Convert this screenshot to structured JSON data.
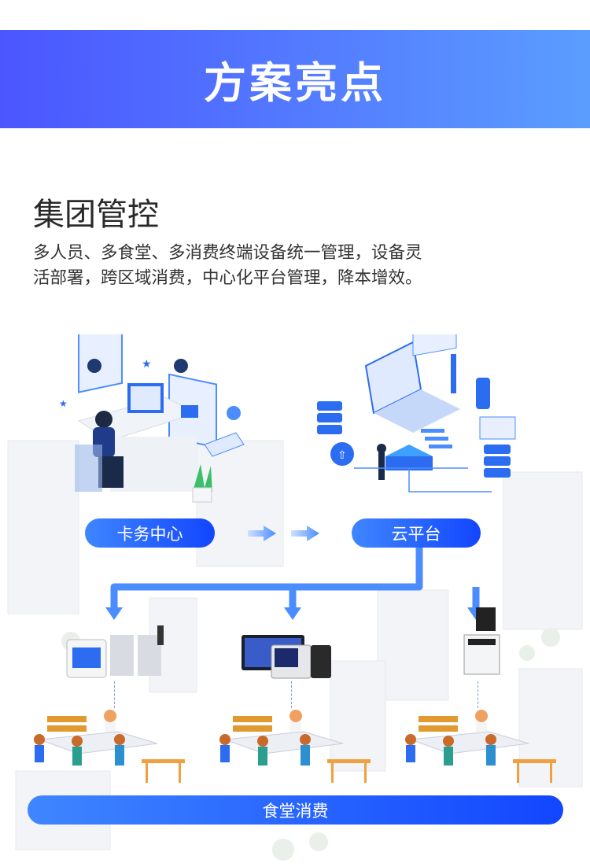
{
  "banner": {
    "title": "方案亮点"
  },
  "section": {
    "heading": "集团管控",
    "description_lines": [
      "多人员、多食堂、多消费终端设备统一管理，设备灵",
      "活部署，跨区域消费，中心化平台管理，降本增效。"
    ]
  },
  "diagram": {
    "card_center_label": "卡务中心",
    "cloud_platform_label": "云平台",
    "canteen_label": "食堂消费"
  },
  "colors": {
    "banner_start": "#4b56ff",
    "banner_end": "#5b9dff",
    "pill_start": "#3f86ff",
    "pill_end": "#1246ff",
    "connector": "#4b8dff"
  }
}
